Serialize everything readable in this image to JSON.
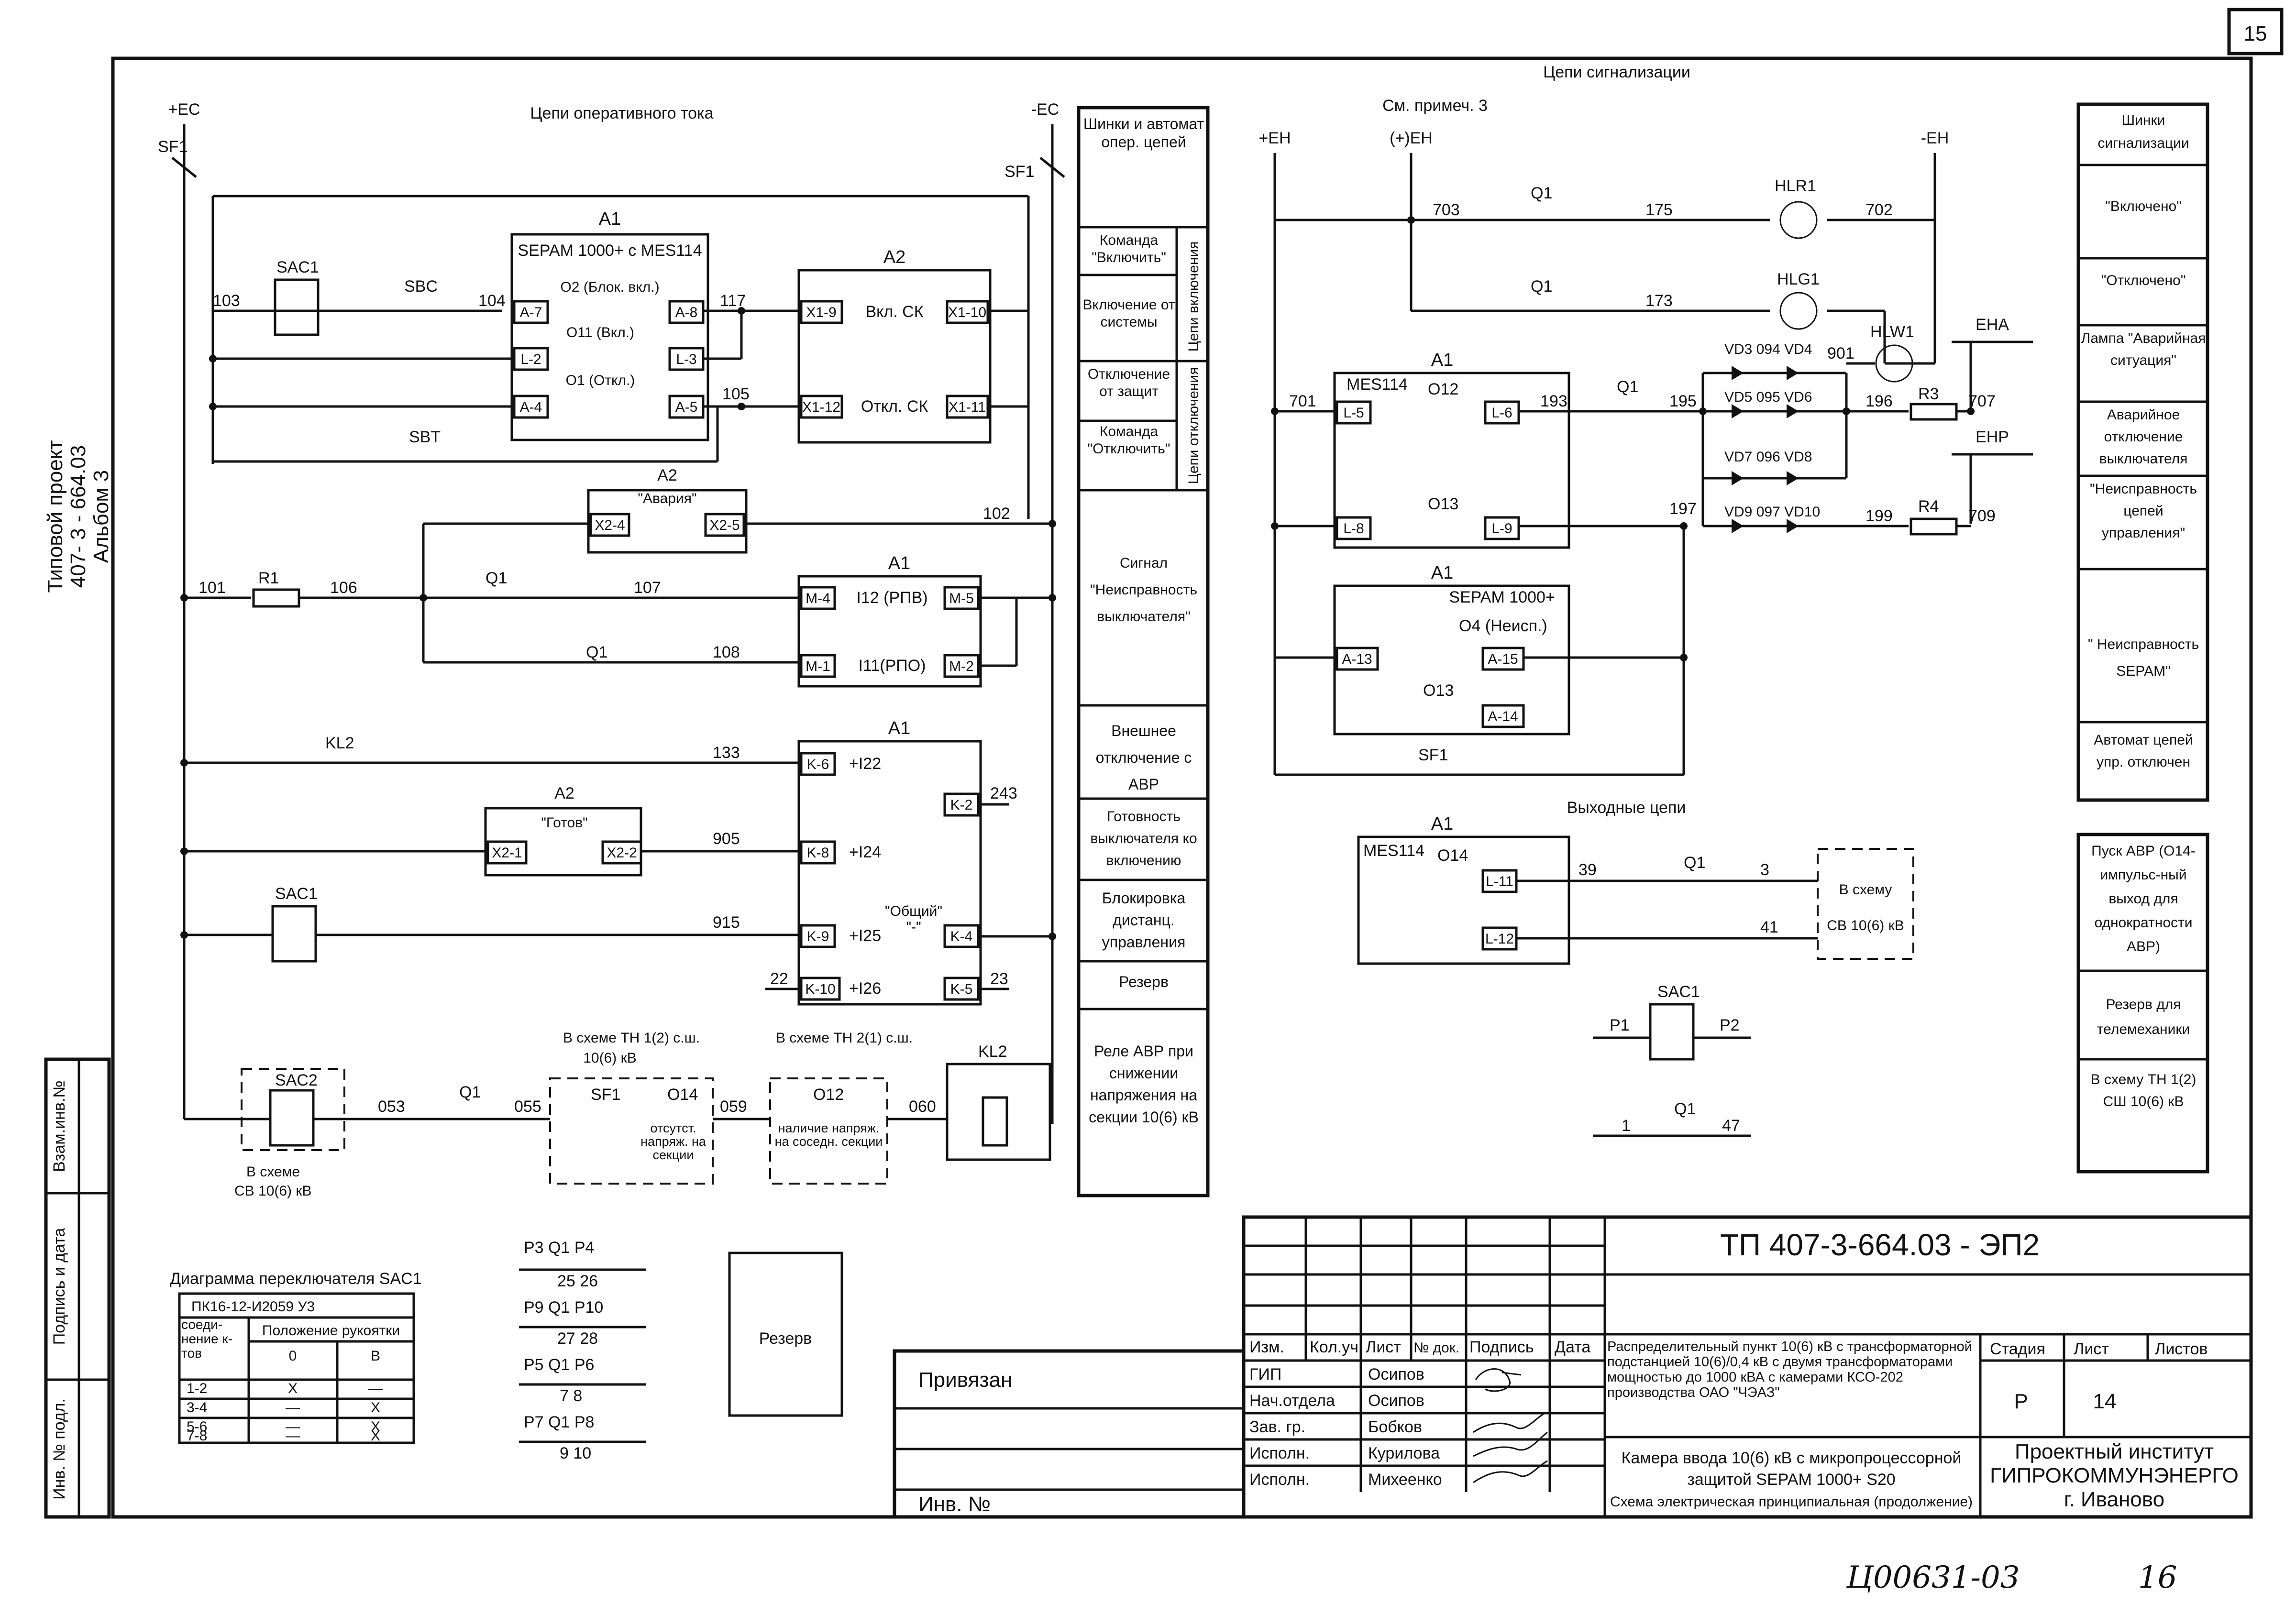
{
  "sheet": {
    "page_badge": "15",
    "handwritten_footer": "Ц00631-03",
    "handwritten_page": "16",
    "side_title": [
      "Типовой проект",
      "407- 3 - 664.03",
      "Альбом 3"
    ],
    "side_stamps": [
      "Взам.инв.№",
      "Подпись и дата",
      "Инв. № подл."
    ],
    "sections": {
      "operating": "Цепи оперативного тока",
      "signaling": "Цепи сигнализации",
      "outputs": "Выходные цепи",
      "note_ref": "См. примеч. 3"
    },
    "buses": {
      "ec_plus": "+EC",
      "ec_minus": "-EC",
      "eh_plus": "+EH",
      "eh_paren": "(+)EH",
      "eh_minus": "-EH",
      "eha": "EHA",
      "ehp": "EHP"
    },
    "relays": {
      "a1": "A1",
      "a2": "A2",
      "sepam_mes": "SEPAM 1000+ с MES114",
      "sepam": "SEPAM 1000+",
      "mes114": "MES114",
      "o2": "O2 (Блок. вкл.)",
      "o11": "O11 (Вкл.)",
      "o1": "O1 (Откл.)",
      "vkl_sk": "Вкл. СК",
      "otkl_sk": "Откл. СК",
      "avaria": "\"Авария\"",
      "gotov": "\"Готов\"",
      "i12": "I12 (РПВ)",
      "i11": "I11(РПО)",
      "i22": "+I22",
      "i24": "+I24",
      "i25": "+I25",
      "i26": "+I26",
      "common": "\"Общий\"",
      "common_minus": "\"-\"",
      "o4": "O4  (Неисп.)",
      "o12": "O12",
      "o13": "O13",
      "o14": "O14",
      "o14b": "O14",
      "tn1": "В схеме ТН 1(2) с.ш.",
      "tn1b": "10(6) кВ",
      "tn2": "В схеме ТН 2(1) с.ш.",
      "no_volt": "отсутст. напряж. на секции",
      "has_volt": "наличие напряж. на соседн. секции",
      "sv_scheme": "В схеме",
      "sv_scheme_b": "СВ 10(6) кВ",
      "sv_box": "В схему",
      "sv_box_b": "СВ 10(6) кВ"
    },
    "legend_left": [
      "Шинки и автомат опер. цепей",
      "Команда \"Включить\"",
      "Включение от системы",
      "Отключение от защит",
      "Команда \"Отключить\"",
      "Сигнал \"Неисправность выключателя\"",
      "Внешнее отключение с АВР",
      "Готовность выключателя ко включению",
      "Блокировка дистанц. управления",
      "Резерв",
      "Реле АВР при снижении напряжения на секции 10(6) кВ"
    ],
    "legend_left_side": [
      "Цепи включения",
      "Цепи отключения"
    ],
    "legend_right": [
      "Шинки сигнализации",
      "\"Включено\"",
      "\"Отключено\"",
      "Лампа \"Аварийная ситуация\"",
      "Аварийное отключение выключателя",
      "\"Неисправность цепей управления\"",
      "\" Неисправность SEPAM\"",
      "Автомат цепей упр. отключен",
      "Пуск АВР (О14-импульс-ный выход для однократности АВР)",
      "Резерв для телемеханики",
      "В схему ТН 1(2) СШ 10(6) кВ"
    ],
    "sac1_diagram": {
      "title": "Диаграмма переключателя SAC1",
      "model": "ПК16-12-И2059 У3",
      "col_head": "соеди-нение к-тов",
      "pos_head": "Положение рукоятки",
      "positions": [
        "0",
        "В"
      ],
      "rows": [
        [
          "1-2",
          "X",
          "—"
        ],
        [
          "3-4",
          "—",
          "X"
        ],
        [
          "5-6",
          "—",
          "X"
        ],
        [
          "7-8",
          "—",
          "X"
        ]
      ]
    },
    "reserve": "Резерв",
    "titleblock": {
      "doc_code": "ТП 407-3-664.03 - ЭП2",
      "bound": "Привязан",
      "inv": "Инв. №",
      "headers": [
        "Изм.",
        "Кол.уч.",
        "Лист",
        "№ док.",
        "Подпись",
        "Дата"
      ],
      "roles": [
        "ГИП",
        "Нач.отдела",
        "Зав. гр.",
        "Исполн.",
        "Исполн."
      ],
      "names": [
        "Осипов",
        "Осипов",
        "Бобков",
        "Курилова",
        "Михеенко"
      ],
      "project": "Распределительный пункт 10(6) кВ с трансформаторной подстанцией 10(6)/0,4 кВ с двумя трансформаторами мощностью до 1000 кВА с камерами КСО-202 производства ОАО \"ЧЭАЗ\"",
      "sheet_title": [
        "Камера ввода 10(6) кВ с микропроцессорной",
        "защитой SEPAM 1000+ S20",
        "Схема электрическая принципиальная (продолжение)"
      ],
      "stage_head": "Стадия",
      "sheet_head": "Лист",
      "sheets_head": "Листов",
      "stage": "Р",
      "sheet_no": "14",
      "org": [
        "Проектный институт",
        "ГИПРОКОММУНЭНЕРГО",
        "г. Иваново"
      ]
    }
  }
}
